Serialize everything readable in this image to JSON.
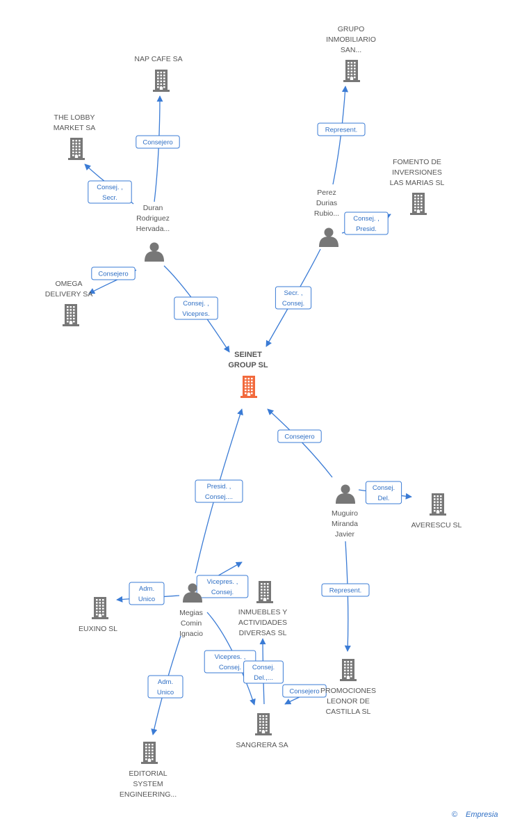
{
  "colors": {
    "center_node": "#f26a3d",
    "node": "#777777",
    "edge": "#3a7bd5",
    "edge_text": "#2f6fc4"
  },
  "nodes": [
    {
      "id": "seinet",
      "kind": "company-main",
      "lines": [
        "SEINET",
        "GROUP SL"
      ]
    },
    {
      "id": "napcafe",
      "kind": "company",
      "lines": [
        "NAP CAFE SA"
      ]
    },
    {
      "id": "lobby",
      "kind": "company",
      "lines": [
        "THE LOBBY",
        "MARKET SA"
      ]
    },
    {
      "id": "omega",
      "kind": "company",
      "lines": [
        "OMEGA",
        "DELIVERY SA"
      ]
    },
    {
      "id": "duran",
      "kind": "person",
      "lines": [
        "Duran",
        "Rodriguez",
        "Hervada..."
      ]
    },
    {
      "id": "grupo",
      "kind": "company",
      "lines": [
        "GRUPO",
        "INMOBILIARIO",
        "SAN..."
      ]
    },
    {
      "id": "fomento",
      "kind": "company",
      "lines": [
        "FOMENTO DE",
        "INVERSIONES",
        "LAS MARIAS SL"
      ]
    },
    {
      "id": "perez",
      "kind": "person",
      "lines": [
        "Perez",
        "Durias",
        "Rubio..."
      ]
    },
    {
      "id": "muguiro",
      "kind": "person",
      "lines": [
        "Muguiro",
        "Miranda",
        "Javier"
      ]
    },
    {
      "id": "averescu",
      "kind": "company",
      "lines": [
        "AVERESCU  SL"
      ]
    },
    {
      "id": "promociones",
      "kind": "company",
      "lines": [
        "PROMOCIONES",
        "LEONOR DE",
        "CASTILLA SL"
      ]
    },
    {
      "id": "megias",
      "kind": "person",
      "lines": [
        "Megias",
        "Comin",
        "Ignacio"
      ]
    },
    {
      "id": "euxino",
      "kind": "company",
      "lines": [
        "EUXINO SL"
      ]
    },
    {
      "id": "inmuebles",
      "kind": "company",
      "lines": [
        "INMUEBLES Y",
        "ACTIVIDADES",
        "DIVERSAS  SL"
      ]
    },
    {
      "id": "editorial",
      "kind": "company",
      "lines": [
        "EDITORIAL",
        "SYSTEM",
        "ENGINEERING..."
      ]
    },
    {
      "id": "sangrera",
      "kind": "company",
      "lines": [
        "SANGRERA SA"
      ]
    }
  ],
  "edges": [
    {
      "id": "duran-napcafe",
      "from": "duran",
      "to": "napcafe",
      "label": [
        "Consejero"
      ]
    },
    {
      "id": "duran-lobby",
      "from": "duran",
      "to": "lobby",
      "label": [
        "Consej. ,",
        "Secr."
      ]
    },
    {
      "id": "duran-omega",
      "from": "duran",
      "to": "omega",
      "label": [
        "Consejero"
      ]
    },
    {
      "id": "duran-seinet",
      "from": "duran",
      "to": "seinet",
      "label": [
        "Consej. ,",
        "Vicepres."
      ]
    },
    {
      "id": "perez-grupo",
      "from": "perez",
      "to": "grupo",
      "label": [
        "Represent."
      ]
    },
    {
      "id": "perez-fomento",
      "from": "perez",
      "to": "fomento",
      "label": [
        "Consej. ,",
        "Presid."
      ]
    },
    {
      "id": "perez-seinet",
      "from": "perez",
      "to": "seinet",
      "label": [
        "Secr. ,",
        "Consej."
      ]
    },
    {
      "id": "muguiro-seinet",
      "from": "muguiro",
      "to": "seinet",
      "label": [
        "Consejero"
      ]
    },
    {
      "id": "muguiro-averescu",
      "from": "muguiro",
      "to": "averescu",
      "label": [
        "Consej.",
        "Del."
      ]
    },
    {
      "id": "muguiro-promociones",
      "from": "muguiro",
      "to": "promociones",
      "label": [
        "Represent."
      ]
    },
    {
      "id": "megias-seinet",
      "from": "megias",
      "to": "seinet",
      "label": [
        "Presid. ,",
        "Consej...."
      ]
    },
    {
      "id": "megias-euxino",
      "from": "megias",
      "to": "euxino",
      "label": [
        "Adm.",
        "Unico"
      ]
    },
    {
      "id": "megias-inmuebles",
      "from": "megias",
      "to": "inmuebles",
      "label": [
        "Vicepres. ,",
        "Consej."
      ]
    },
    {
      "id": "megias-editorial",
      "from": "megias",
      "to": "editorial",
      "label": [
        "Adm.",
        "Unico"
      ]
    },
    {
      "id": "megias-sangrera",
      "from": "megias",
      "to": "sangrera",
      "label": [
        "Vicepres. ,",
        "Consej."
      ]
    },
    {
      "id": "sangrera-inmuebles",
      "from": "sangrera",
      "to": "inmuebles",
      "label": [
        "Consej.",
        "Del.,..."
      ]
    },
    {
      "id": "promociones-sangrera",
      "from": "promociones",
      "to": "sangrera",
      "label": [
        "Consejero"
      ]
    }
  ],
  "footer": {
    "copyright": "©",
    "brand": "Empresia"
  }
}
